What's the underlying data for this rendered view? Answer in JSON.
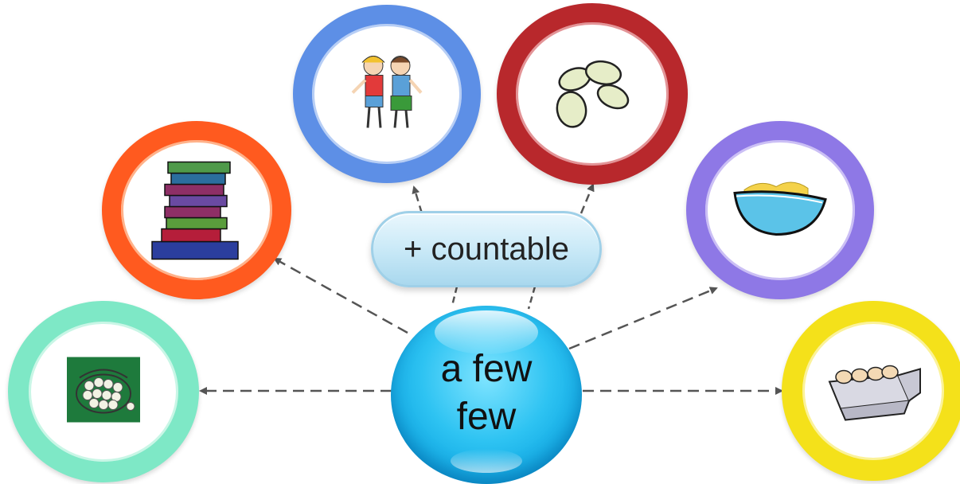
{
  "center": {
    "line1": "a few",
    "line2": "few"
  },
  "pill": {
    "label": "+ countable"
  },
  "items": [
    {
      "icon": "golf-balls-basket-icon",
      "ring_color": "#7ee8c6"
    },
    {
      "icon": "book-stack-icon",
      "ring_color": "#ff5a1f"
    },
    {
      "icon": "children-friends-icon",
      "ring_color": "#5d8fe6"
    },
    {
      "icon": "beans-icon",
      "ring_color": "#b8282c"
    },
    {
      "icon": "bowl-icon",
      "ring_color": "#8e78e6"
    },
    {
      "icon": "egg-carton-icon",
      "ring_color": "#f4e11a"
    }
  ],
  "colors": {
    "center": "#16b4ec",
    "pill": "#cdebf8",
    "arrow": "#555555"
  }
}
